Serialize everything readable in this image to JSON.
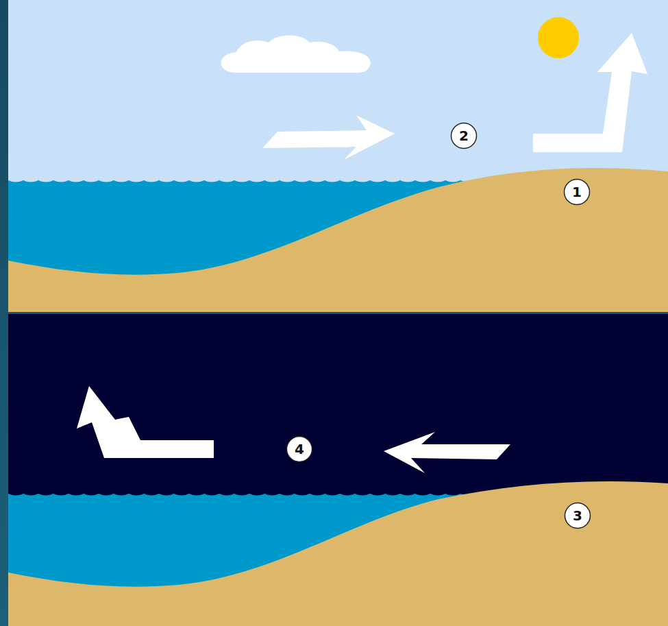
{
  "diagram": {
    "nodes": [
      {
        "text": [
          "2"
        ]
      },
      {
        "text": [
          "1"
        ]
      },
      {
        "text": [
          "4"
        ]
      },
      {
        "text": [
          "3"
        ]
      }
    ]
  }
}
